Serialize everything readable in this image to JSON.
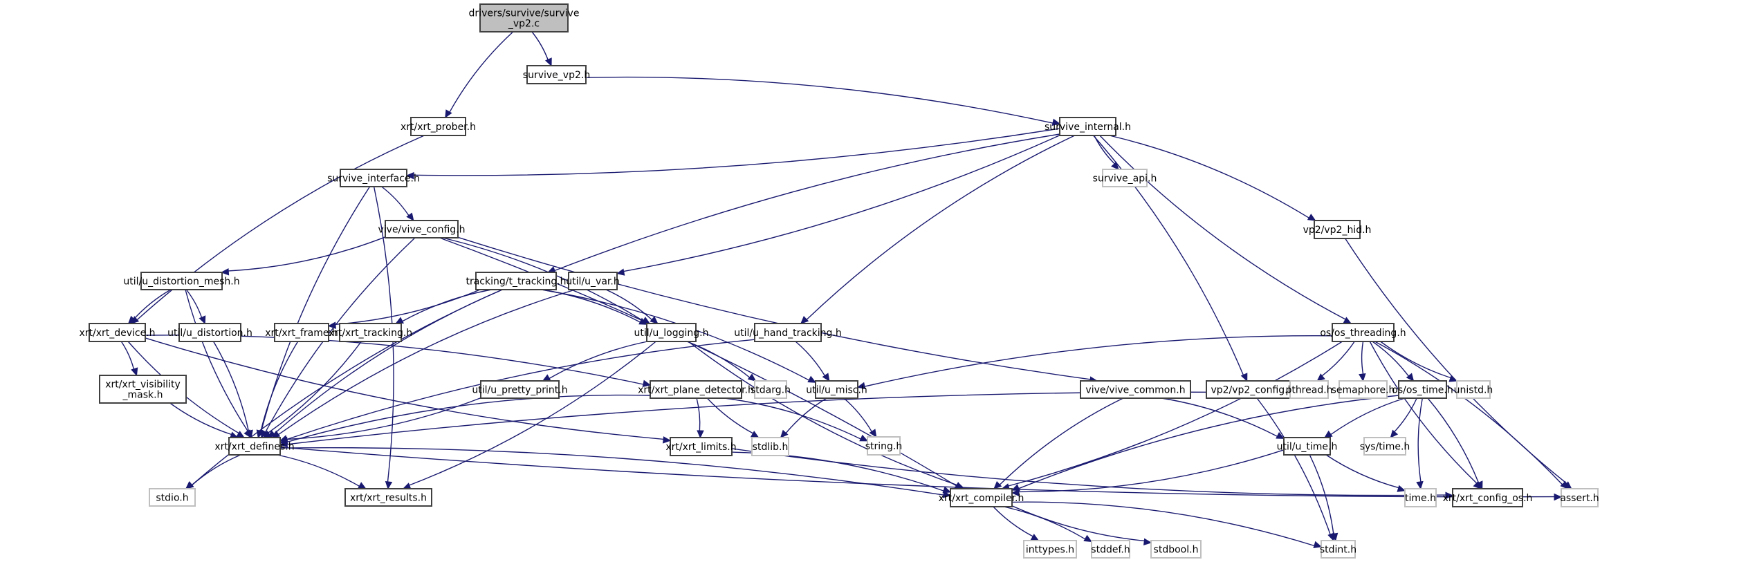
{
  "title": "Include dependency graph for drivers/survive/survive_vp2.c",
  "colors": {
    "edge": "#191970",
    "local_border": "#404040",
    "system_border": "#bfbfbf",
    "root_fill": "#bfbfbf"
  },
  "nodes": [
    {
      "id": "root",
      "label": [
        "drivers/survive/survive",
        "_vp2.c"
      ],
      "kind": "root"
    },
    {
      "id": "survive_vp2",
      "label": [
        "survive_vp2.h"
      ],
      "kind": "local"
    },
    {
      "id": "xrt_prober",
      "label": [
        "xrt/xrt_prober.h"
      ],
      "kind": "local"
    },
    {
      "id": "survive_internal",
      "label": [
        "survive_internal.h"
      ],
      "kind": "local"
    },
    {
      "id": "survive_interface",
      "label": [
        "survive_interface.h"
      ],
      "kind": "local"
    },
    {
      "id": "survive_api",
      "label": [
        "survive_api.h"
      ],
      "kind": "system"
    },
    {
      "id": "vp2_hid",
      "label": [
        "vp2/vp2_hid.h"
      ],
      "kind": "local"
    },
    {
      "id": "vive_config",
      "label": [
        "vive/vive_config.h"
      ],
      "kind": "local"
    },
    {
      "id": "u_distortion_mesh",
      "label": [
        "util/u_distortion_mesh.h"
      ],
      "kind": "local"
    },
    {
      "id": "t_tracking",
      "label": [
        "tracking/t_tracking.h"
      ],
      "kind": "local"
    },
    {
      "id": "u_var",
      "label": [
        "util/u_var.h"
      ],
      "kind": "local"
    },
    {
      "id": "xrt_device",
      "label": [
        "xrt/xrt_device.h"
      ],
      "kind": "local"
    },
    {
      "id": "u_distortion",
      "label": [
        "util/u_distortion.h"
      ],
      "kind": "local"
    },
    {
      "id": "xrt_frame",
      "label": [
        "xrt/xrt_frame.h"
      ],
      "kind": "local"
    },
    {
      "id": "xrt_tracking",
      "label": [
        "xrt/xrt_tracking.h"
      ],
      "kind": "local"
    },
    {
      "id": "u_logging",
      "label": [
        "util/u_logging.h"
      ],
      "kind": "local"
    },
    {
      "id": "u_hand_tracking",
      "label": [
        "util/u_hand_tracking.h"
      ],
      "kind": "local"
    },
    {
      "id": "os_threading",
      "label": [
        "os/os_threading.h"
      ],
      "kind": "local"
    },
    {
      "id": "xrt_visibility_mask",
      "label": [
        "xrt/xrt_visibility",
        "_mask.h"
      ],
      "kind": "local"
    },
    {
      "id": "u_pretty_print",
      "label": [
        "util/u_pretty_print.h"
      ],
      "kind": "local"
    },
    {
      "id": "xrt_plane_detector",
      "label": [
        "xrt/xrt_plane_detector.h"
      ],
      "kind": "local"
    },
    {
      "id": "stdarg",
      "label": [
        "stdarg.h"
      ],
      "kind": "system"
    },
    {
      "id": "u_misc",
      "label": [
        "util/u_misc.h"
      ],
      "kind": "local"
    },
    {
      "id": "vive_common",
      "label": [
        "vive/vive_common.h"
      ],
      "kind": "local"
    },
    {
      "id": "vp2_config",
      "label": [
        "vp2/vp2_config.h"
      ],
      "kind": "local"
    },
    {
      "id": "pthread",
      "label": [
        "pthread.h"
      ],
      "kind": "system"
    },
    {
      "id": "semaphore",
      "label": [
        "semaphore.h"
      ],
      "kind": "system"
    },
    {
      "id": "os_time",
      "label": [
        "os/os_time.h"
      ],
      "kind": "local"
    },
    {
      "id": "unistd",
      "label": [
        "unistd.h"
      ],
      "kind": "system"
    },
    {
      "id": "xrt_defines",
      "label": [
        "xrt/xrt_defines.h"
      ],
      "kind": "local"
    },
    {
      "id": "xrt_limits",
      "label": [
        "xrt/xrt_limits.h"
      ],
      "kind": "local"
    },
    {
      "id": "stdlib",
      "label": [
        "stdlib.h"
      ],
      "kind": "system"
    },
    {
      "id": "string",
      "label": [
        "string.h"
      ],
      "kind": "system"
    },
    {
      "id": "u_time",
      "label": [
        "util/u_time.h"
      ],
      "kind": "local"
    },
    {
      "id": "sys_time",
      "label": [
        "sys/time.h"
      ],
      "kind": "system"
    },
    {
      "id": "stdio",
      "label": [
        "stdio.h"
      ],
      "kind": "system"
    },
    {
      "id": "xrt_results",
      "label": [
        "xrt/xrt_results.h"
      ],
      "kind": "local"
    },
    {
      "id": "xrt_compiler",
      "label": [
        "xrt/xrt_compiler.h"
      ],
      "kind": "local"
    },
    {
      "id": "time",
      "label": [
        "time.h"
      ],
      "kind": "system"
    },
    {
      "id": "xrt_config_os",
      "label": [
        "xrt/xrt_config_os.h"
      ],
      "kind": "local"
    },
    {
      "id": "assert",
      "label": [
        "assert.h"
      ],
      "kind": "system"
    },
    {
      "id": "inttypes",
      "label": [
        "inttypes.h"
      ],
      "kind": "system"
    },
    {
      "id": "stddef",
      "label": [
        "stddef.h"
      ],
      "kind": "system"
    },
    {
      "id": "stdbool",
      "label": [
        "stdbool.h"
      ],
      "kind": "system"
    },
    {
      "id": "stdint",
      "label": [
        "stdint.h"
      ],
      "kind": "system"
    }
  ],
  "edges": [
    [
      "root",
      "survive_vp2"
    ],
    [
      "root",
      "xrt_prober"
    ],
    [
      "survive_vp2",
      "survive_internal"
    ],
    [
      "xrt_prober",
      "xrt_device"
    ],
    [
      "survive_internal",
      "survive_interface"
    ],
    [
      "survive_internal",
      "survive_api"
    ],
    [
      "survive_internal",
      "vp2_hid"
    ],
    [
      "survive_internal",
      "t_tracking"
    ],
    [
      "survive_internal",
      "u_var"
    ],
    [
      "survive_internal",
      "u_hand_tracking"
    ],
    [
      "survive_internal",
      "vp2_config"
    ],
    [
      "survive_internal",
      "os_threading"
    ],
    [
      "survive_interface",
      "vive_config"
    ],
    [
      "survive_interface",
      "xrt_defines"
    ],
    [
      "survive_interface",
      "xrt_results"
    ],
    [
      "vp2_hid",
      "assert"
    ],
    [
      "vive_config",
      "u_distortion_mesh"
    ],
    [
      "vive_config",
      "xrt_defines"
    ],
    [
      "vive_config",
      "u_logging"
    ],
    [
      "vive_config",
      "vive_common"
    ],
    [
      "vive_config",
      "xrt_compiler"
    ],
    [
      "u_distortion_mesh",
      "xrt_device"
    ],
    [
      "u_distortion_mesh",
      "u_distortion"
    ],
    [
      "u_distortion_mesh",
      "xrt_defines"
    ],
    [
      "t_tracking",
      "xrt_frame"
    ],
    [
      "t_tracking",
      "xrt_tracking"
    ],
    [
      "t_tracking",
      "u_logging"
    ],
    [
      "t_tracking",
      "xrt_defines"
    ],
    [
      "t_tracking",
      "u_misc"
    ],
    [
      "t_tracking",
      "stdio"
    ],
    [
      "u_var",
      "u_logging"
    ],
    [
      "u_var",
      "xrt_defines"
    ],
    [
      "xrt_device",
      "xrt_visibility_mask"
    ],
    [
      "xrt_device",
      "xrt_defines"
    ],
    [
      "xrt_device",
      "xrt_plane_detector"
    ],
    [
      "xrt_device",
      "xrt_limits"
    ],
    [
      "u_distortion",
      "xrt_defines"
    ],
    [
      "xrt_frame",
      "xrt_defines"
    ],
    [
      "xrt_tracking",
      "xrt_defines"
    ],
    [
      "u_logging",
      "u_pretty_print"
    ],
    [
      "u_logging",
      "stdarg"
    ],
    [
      "u_logging",
      "xrt_compiler"
    ],
    [
      "u_logging",
      "xrt_results"
    ],
    [
      "u_hand_tracking",
      "xrt_defines"
    ],
    [
      "u_hand_tracking",
      "u_misc"
    ],
    [
      "os_threading",
      "u_misc"
    ],
    [
      "os_threading",
      "pthread"
    ],
    [
      "os_threading",
      "semaphore"
    ],
    [
      "os_threading",
      "os_time"
    ],
    [
      "os_threading",
      "unistd"
    ],
    [
      "os_threading",
      "xrt_compiler"
    ],
    [
      "os_threading",
      "xrt_config_os"
    ],
    [
      "os_threading",
      "assert"
    ],
    [
      "xrt_visibility_mask",
      "xrt_defines"
    ],
    [
      "u_pretty_print",
      "xrt_defines"
    ],
    [
      "xrt_plane_detector",
      "xrt_defines"
    ],
    [
      "xrt_plane_detector",
      "xrt_limits"
    ],
    [
      "xrt_plane_detector",
      "stdlib"
    ],
    [
      "xrt_plane_detector",
      "string"
    ],
    [
      "u_misc",
      "stdlib"
    ],
    [
      "u_misc",
      "string"
    ],
    [
      "vive_common",
      "xrt_compiler"
    ],
    [
      "vive_common",
      "u_time"
    ],
    [
      "vp2_config",
      "xrt_defines"
    ],
    [
      "vp2_config",
      "stdint"
    ],
    [
      "os_time",
      "u_time"
    ],
    [
      "os_time",
      "sys_time"
    ],
    [
      "os_time",
      "time"
    ],
    [
      "os_time",
      "xrt_config_os"
    ],
    [
      "os_time",
      "xrt_compiler"
    ],
    [
      "xrt_defines",
      "xrt_results"
    ],
    [
      "xrt_defines",
      "stdio"
    ],
    [
      "xrt_defines",
      "xrt_compiler"
    ],
    [
      "xrt_defines",
      "assert"
    ],
    [
      "xrt_limits",
      "xrt_compiler"
    ],
    [
      "xrt_limits",
      "xrt_config_os"
    ],
    [
      "u_time",
      "xrt_compiler"
    ],
    [
      "u_time",
      "time"
    ],
    [
      "u_time",
      "stdint"
    ],
    [
      "xrt_compiler",
      "inttypes"
    ],
    [
      "xrt_compiler",
      "stddef"
    ],
    [
      "xrt_compiler",
      "stdbool"
    ],
    [
      "xrt_compiler",
      "stdint"
    ]
  ]
}
